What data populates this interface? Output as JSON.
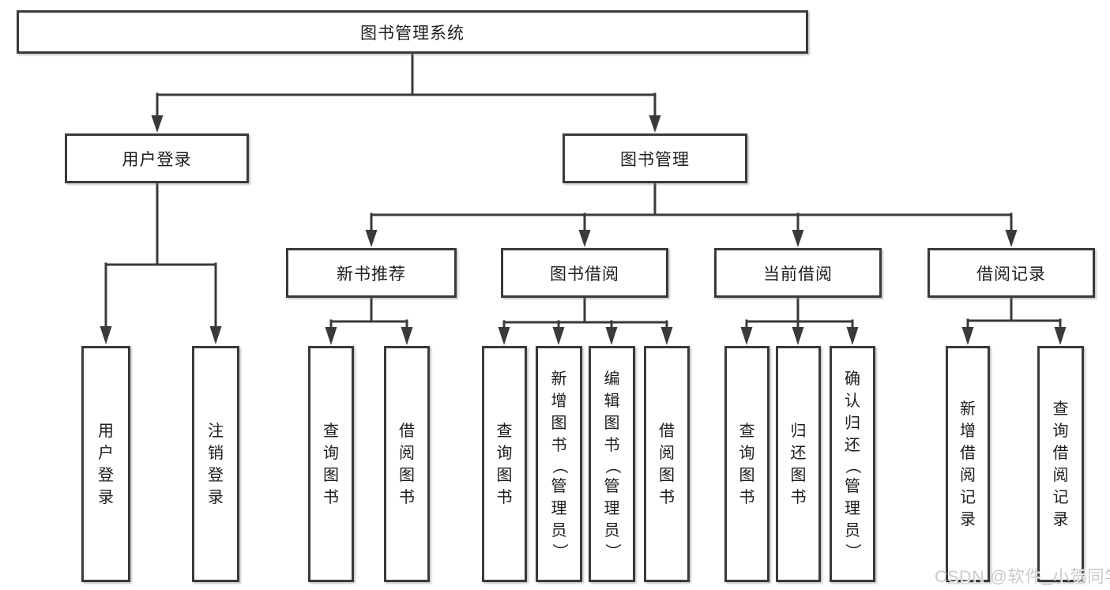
{
  "diagram": {
    "title": "图书管理系统",
    "watermark": "CSDN @软件_小贺同学",
    "colors": {
      "line": "#3a3a3a",
      "box_border": "#3a3a3a",
      "box_background": "#ffffff",
      "text": "#1c1c1c",
      "watermark": "#c9c9c9"
    },
    "nodes": {
      "root": {
        "label": "图书管理系统"
      },
      "user_login": {
        "label": "用户登录"
      },
      "book_mgmt": {
        "label": "图书管理"
      },
      "new_book_rec": {
        "label": "新书推荐"
      },
      "book_borrow": {
        "label": "图书借阅"
      },
      "current_borrow": {
        "label": "当前借阅"
      },
      "borrow_records": {
        "label": "借阅记录"
      },
      "login_v": {
        "label": "用户登录"
      },
      "logout_v": {
        "label": "注销登录"
      },
      "rec_query": {
        "label": "查询图书"
      },
      "rec_borrow": {
        "label": "借阅图书"
      },
      "bb_query": {
        "label": "查询图书"
      },
      "bb_add": {
        "label": "新增图书（管理员）"
      },
      "bb_edit": {
        "label": "编辑图书（管理员）"
      },
      "bb_borrow": {
        "label": "借阅图书"
      },
      "cb_query": {
        "label": "查询图书"
      },
      "cb_return": {
        "label": "归还图书"
      },
      "cb_confirm": {
        "label": "确认归还（管理员）"
      },
      "br_add": {
        "label": "新增借阅记录"
      },
      "br_query": {
        "label": "查询借阅记录"
      }
    }
  }
}
